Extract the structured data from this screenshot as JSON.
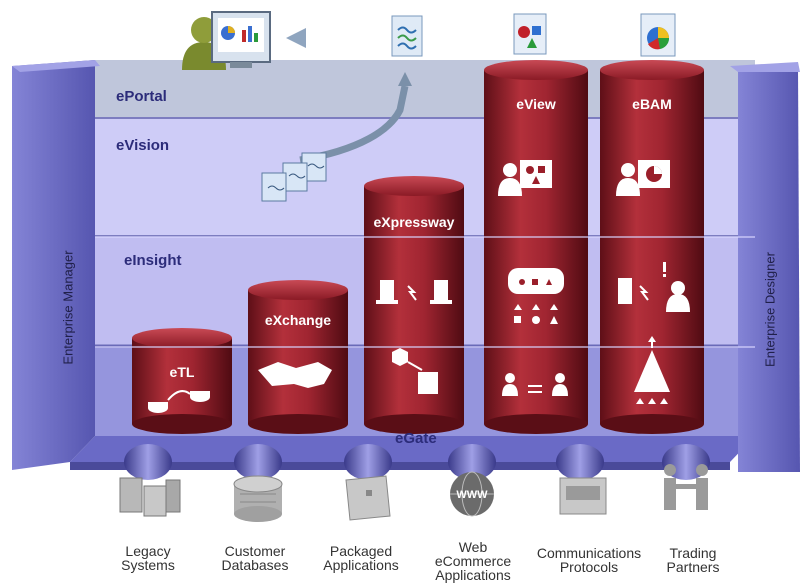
{
  "layers": {
    "eportal": "ePortal",
    "evision": "eVision",
    "einsight": "eInsight",
    "egate": "eGate"
  },
  "side_panels": {
    "left": "Enterprise Manager",
    "right": "Enterprise Designer"
  },
  "cylinders": [
    {
      "label": "eTL"
    },
    {
      "label": "eXchange"
    },
    {
      "label": "eXpressway"
    },
    {
      "label": "eView"
    },
    {
      "label": "eBAM"
    }
  ],
  "sources": [
    {
      "line1": "Legacy",
      "line2": "Systems",
      "line3": ""
    },
    {
      "line1": "Customer",
      "line2": "Databases",
      "line3": ""
    },
    {
      "line1": "Packaged",
      "line2": "Applications",
      "line3": ""
    },
    {
      "line1": "Web",
      "line2": "eCommerce",
      "line3": "Applications"
    },
    {
      "line1": "Communications",
      "line2": "Protocols",
      "line3": ""
    },
    {
      "line1": "Trading",
      "line2": "Partners",
      "line3": ""
    }
  ],
  "colors": {
    "frame": "#6f6fc8",
    "cylinder": "#9a1f2a",
    "layer_text": "#2c2c7a"
  },
  "icons": {
    "www_globe": "WWW"
  }
}
